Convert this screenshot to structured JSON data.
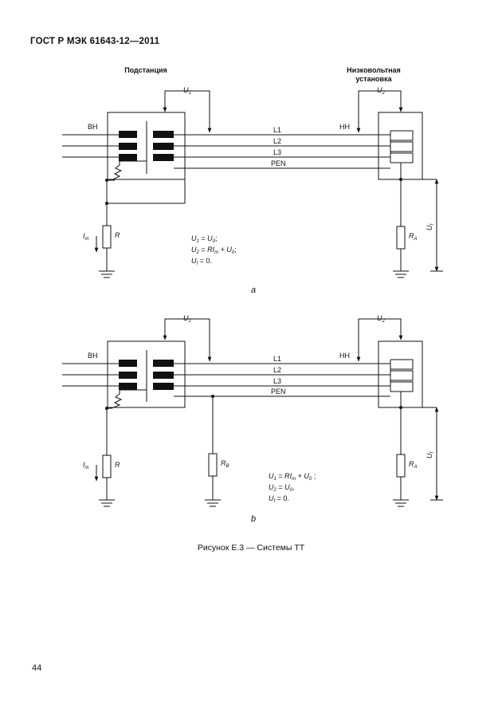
{
  "header": {
    "standard": "ГОСТ Р МЭК 61643-12—2011"
  },
  "figure": {
    "caption": "Рисунок Е.3 — Системы ТТ",
    "substation_label": "Подстанция",
    "installation_label_1": "Низковольтная",
    "installation_label_2": "установка",
    "hv_label": "ВН",
    "lv_label": "НН",
    "conductors": [
      "L1",
      "L2",
      "L3",
      "PEN"
    ],
    "u1": "U",
    "u1_sub": "1",
    "u2": "U",
    "u2_sub": "2",
    "uf": "U",
    "uf_sub": "f",
    "im": "I",
    "im_sub": "m",
    "r": "R",
    "ra": "R",
    "ra_sub": "A",
    "rb": "R",
    "rb_sub": "B",
    "diagram_a": {
      "tag": "a",
      "eq1_a": "U",
      "eq1_a_sub": "1",
      "eq1_b": " = ",
      "eq1_c": "U",
      "eq1_c_sub": "0",
      "eq1_d": ";",
      "eq2_a": "U",
      "eq2_a_sub": "2",
      "eq2_b": " = ",
      "eq2_c": "RI",
      "eq2_c_sub": "m",
      "eq2_d": " + ",
      "eq2_e": "U",
      "eq2_e_sub": "0",
      "eq2_f": ";",
      "eq3_a": "U",
      "eq3_a_sub": "f",
      "eq3_b": " = 0."
    },
    "diagram_b": {
      "tag": "b",
      "eq1_a": "U",
      "eq1_a_sub": "1",
      "eq1_b": " = ",
      "eq1_c": "RI",
      "eq1_c_sub": "m",
      "eq1_d": " + ",
      "eq1_e": "U",
      "eq1_e_sub": "0",
      "eq1_f": " ;",
      "eq2_a": "U",
      "eq2_a_sub": "2",
      "eq2_b": " = ",
      "eq2_c": "U",
      "eq2_c_sub": "0",
      "eq2_d": ",",
      "eq3_a": "U",
      "eq3_a_sub": "f",
      "eq3_b": " = 0."
    }
  },
  "page_number": "44"
}
